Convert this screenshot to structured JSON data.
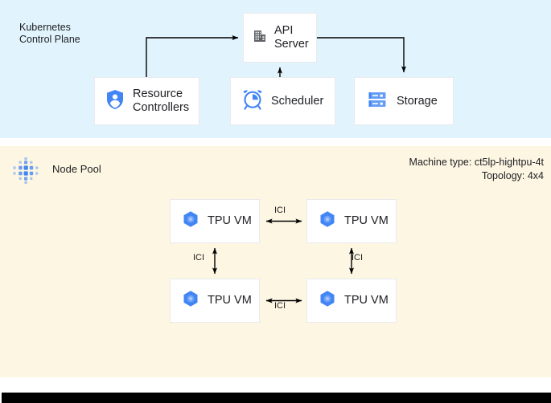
{
  "control_plane": {
    "title": "Kubernetes\nControl Plane",
    "background_color": "#e1f3fc",
    "components": [
      {
        "id": "api-server",
        "label": "API\nServer",
        "icon": "building-icon"
      },
      {
        "id": "resource-controllers",
        "label": "Resource\nControllers",
        "icon": "shield-person-icon"
      },
      {
        "id": "scheduler",
        "label": "Scheduler",
        "icon": "alarm-clock-icon"
      },
      {
        "id": "storage",
        "label": "Storage",
        "icon": "server-storage-icon"
      }
    ],
    "connections": [
      {
        "from": "resource-controllers",
        "to": "api-server",
        "direction": "one-way"
      },
      {
        "from": "scheduler",
        "to": "api-server",
        "direction": "one-way"
      },
      {
        "from": "api-server",
        "to": "storage",
        "direction": "one-way"
      }
    ]
  },
  "node_pool": {
    "title": "Node Pool",
    "icon": "node-pool-dots-icon",
    "background_color": "#fdf6e3",
    "machine_type_line": "Machine type: ct5lp-hightpu-4t",
    "topology_line": "Topology: 4x4",
    "vms": [
      {
        "id": "tpu-vm-0",
        "label": "TPU VM",
        "icon": "tpu-hexagon-icon"
      },
      {
        "id": "tpu-vm-1",
        "label": "TPU VM",
        "icon": "tpu-hexagon-icon"
      },
      {
        "id": "tpu-vm-2",
        "label": "TPU VM",
        "icon": "tpu-hexagon-icon"
      },
      {
        "id": "tpu-vm-3",
        "label": "TPU VM",
        "icon": "tpu-hexagon-icon"
      }
    ],
    "interconnects": [
      {
        "id": "ici-top",
        "label": "ICI",
        "between": [
          "tpu-vm-0",
          "tpu-vm-1"
        ],
        "direction": "bidirectional"
      },
      {
        "id": "ici-bottom",
        "label": "ICI",
        "between": [
          "tpu-vm-2",
          "tpu-vm-3"
        ],
        "direction": "bidirectional"
      },
      {
        "id": "ici-left",
        "label": "ICI",
        "between": [
          "tpu-vm-0",
          "tpu-vm-2"
        ],
        "direction": "bidirectional"
      },
      {
        "id": "ici-right",
        "label": "ICI",
        "between": [
          "tpu-vm-1",
          "tpu-vm-3"
        ],
        "direction": "bidirectional"
      }
    ]
  },
  "colors": {
    "accent_blue": "#4285f4",
    "icon_gray": "#5f6368",
    "text": "#202124",
    "box_border": "#e8eaed",
    "footer": "#000000"
  }
}
